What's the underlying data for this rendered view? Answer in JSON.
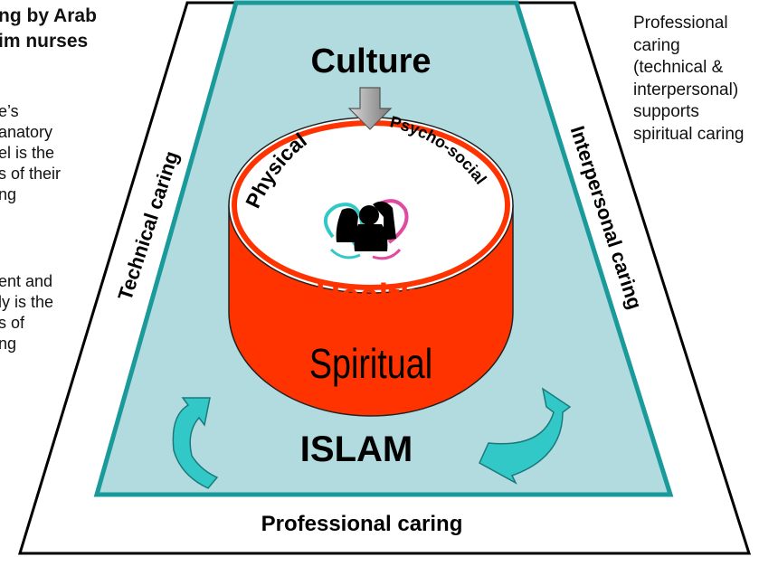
{
  "left_text": {
    "title_lines": [
      "ng by Arab",
      "im nurses"
    ],
    "para1_lines": [
      "e’s",
      "anatory",
      "el is the",
      "s of their",
      "ng"
    ],
    "para2_lines": [
      "ent and",
      "ly is the",
      "s of",
      "ng"
    ]
  },
  "right_note": {
    "lines": [
      "Professional",
      "caring",
      "(technical &",
      "interpersonal)",
      "supports",
      "spiritual caring"
    ]
  },
  "diagram": {
    "culture": "Culture",
    "physical": "Physical",
    "psychosocial": "Psycho-social",
    "health": "Health",
    "spiritual": "Spiritual",
    "islam": "ISLAM",
    "technical_caring": "Technical caring",
    "interpersonal_caring": "Interpersonal caring",
    "professional_caring": "Professional caring"
  },
  "colors": {
    "outline": "#000000",
    "teal_border": "#1a9a9a",
    "inner_fill": "#b2dbe0",
    "ring_red": "#ff3300",
    "health_red": "#ff3300",
    "arrow_teal": "#33c8c8",
    "culture_arrow": "#b4b4b4"
  },
  "icons": [
    "people-logo-icon",
    "culture-down-arrow-icon",
    "curved-arrow-icon"
  ]
}
